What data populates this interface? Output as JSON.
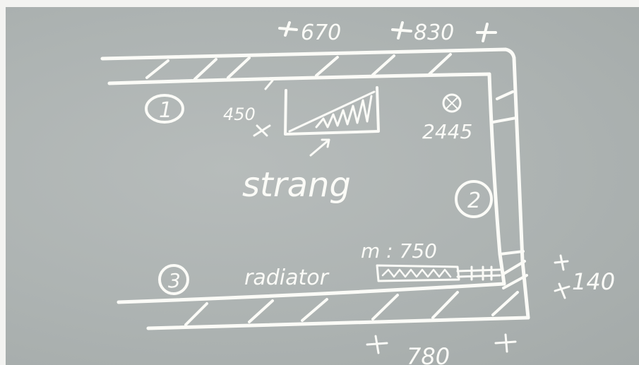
{
  "dimensions": {
    "top_left": "670",
    "top_right": "830",
    "strang_offset": "450",
    "right_corner": "2445",
    "radiator_length": "m : 750",
    "wall_offset": "140",
    "bottom": "780"
  },
  "markers": {
    "one": "1",
    "two": "2",
    "three": "3"
  },
  "labels": {
    "strang": "strang",
    "radiator": "radiator"
  },
  "colors": {
    "board": "#adb3b2",
    "chalk": "#fbfbf7"
  }
}
